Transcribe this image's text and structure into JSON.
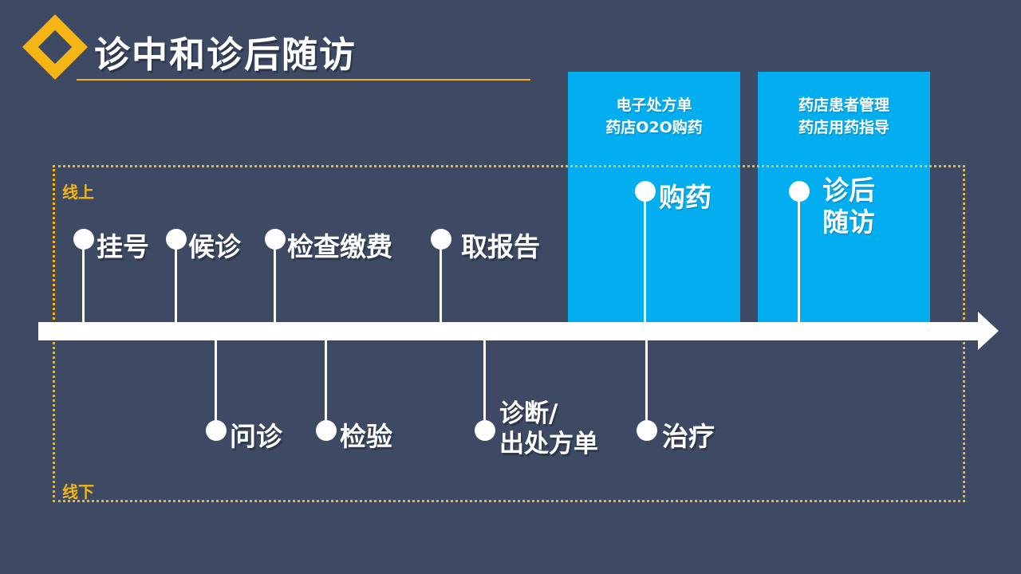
{
  "slide": {
    "title": "诊中和诊后随访",
    "background_color": "#3E4A63",
    "accent_color": "#F5B615",
    "blue_color": "#02AEEF"
  },
  "zones": {
    "online": {
      "label": "线上"
    },
    "offline": {
      "label": "线下"
    }
  },
  "cards": [
    {
      "name": "prescription-card",
      "line1": "电子处方单",
      "line2": "药店O2O购药"
    },
    {
      "name": "pharmacy-card",
      "line1": "药店患者管理",
      "line2": "药店用药指导"
    }
  ],
  "online_steps": [
    {
      "label": "挂号"
    },
    {
      "label": "候诊"
    },
    {
      "label": "检查缴费"
    },
    {
      "label": "取报告"
    },
    {
      "label": "购药"
    },
    {
      "label": "诊后\n随访"
    }
  ],
  "offline_steps": [
    {
      "label": "问诊"
    },
    {
      "label": "检验"
    },
    {
      "label": "诊断/\n出处方单"
    },
    {
      "label": "治疗"
    }
  ]
}
